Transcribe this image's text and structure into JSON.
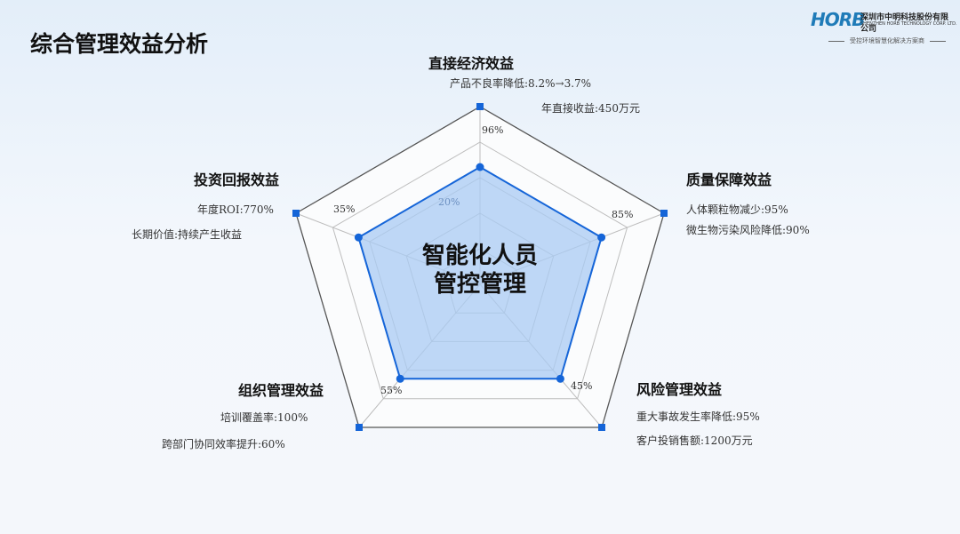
{
  "page_title": "综合管理效益分析",
  "logo": {
    "mark": "HORB",
    "company_cn": "深圳市中明科技股份有限公司",
    "company_en": "SHENZHEN HORB TECHNOLOGY CORP. LTD.",
    "slogan": "受控环境智慧化解决方案商"
  },
  "center_label": {
    "line1": "智能化人员",
    "line2": "管控管理"
  },
  "colors": {
    "accent": "#1565d8",
    "fill": "#a9cbf3",
    "grid": "#bdbdbd",
    "outer": "#555555"
  },
  "chart_data": {
    "type": "radar",
    "axes": [
      "直接经济效益",
      "质量保障效益",
      "风险管理效益",
      "组织管理效益",
      "投资回报效益"
    ],
    "values": [
      0.66,
      0.66,
      0.66,
      0.66,
      0.66
    ],
    "axis_labels": [
      "96%",
      "85%",
      "45%",
      "55%",
      "35%"
    ],
    "inner_label": "20%"
  },
  "sections": {
    "direct": {
      "title": "直接经济效益",
      "lines": [
        "产品不良率降低:8.2%→3.7%",
        "年直接收益:450万元"
      ]
    },
    "quality": {
      "title": "质量保障效益",
      "lines": [
        "人体颗粒物减少:95%",
        "微生物污染风险降低:90%"
      ]
    },
    "risk": {
      "title": "风险管理效益",
      "lines": [
        "重大事故发生率降低:95%",
        "客户投销售额:1200万元"
      ]
    },
    "org": {
      "title": "组织管理效益",
      "lines": [
        "培训覆盖率:100%",
        "跨部门协同效率提升:60%"
      ]
    },
    "roi": {
      "title": "投资回报效益",
      "lines": [
        "年度ROI:770%",
        "长期价值:持续产生收益"
      ]
    }
  }
}
